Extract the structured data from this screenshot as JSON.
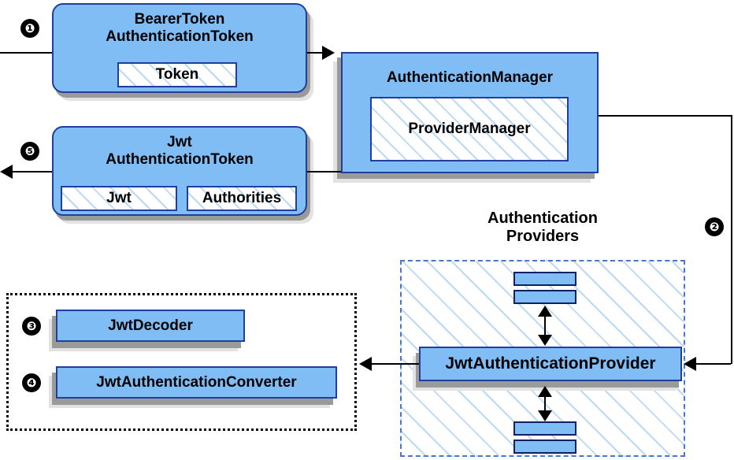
{
  "diagram": {
    "title_label": "Authentication Providers",
    "steps": [
      "❶",
      "❷",
      "❸",
      "❹",
      "❺"
    ],
    "colors": {
      "node_fill": "#81bdf5",
      "node_border": "#1f3f9e",
      "hatch_line": "#bcd9f6",
      "shadow_dark": "#9a9a9a",
      "shadow_light": "#e2e2e2",
      "dashed_border": "#4a78c4",
      "dotted_border": "#000000",
      "line": "#000000",
      "badge_fill": "#000000",
      "badge_text": "#ffffff"
    }
  },
  "nodes": {
    "bearer_token": {
      "title_line1": "BearerToken",
      "title_line2": "AuthenticationToken",
      "inner": {
        "token": "Token"
      }
    },
    "jwt_token": {
      "title_line1": "Jwt",
      "title_line2": "AuthenticationToken",
      "inner": {
        "jwt": "Jwt",
        "authorities": "Authorities"
      }
    },
    "authentication_manager": {
      "title": "AuthenticationManager",
      "inner": {
        "provider_manager": "ProviderManager"
      }
    },
    "jwt_authentication_provider": {
      "title": "JwtAuthenticationProvider"
    },
    "jwt_decoder": {
      "title": "JwtDecoder"
    },
    "jwt_authentication_converter": {
      "title": "JwtAuthenticationConverter"
    }
  },
  "badges": {
    "step1": "❶",
    "step2": "❷",
    "step3": "❸",
    "step4": "❹",
    "step5": "❺"
  }
}
